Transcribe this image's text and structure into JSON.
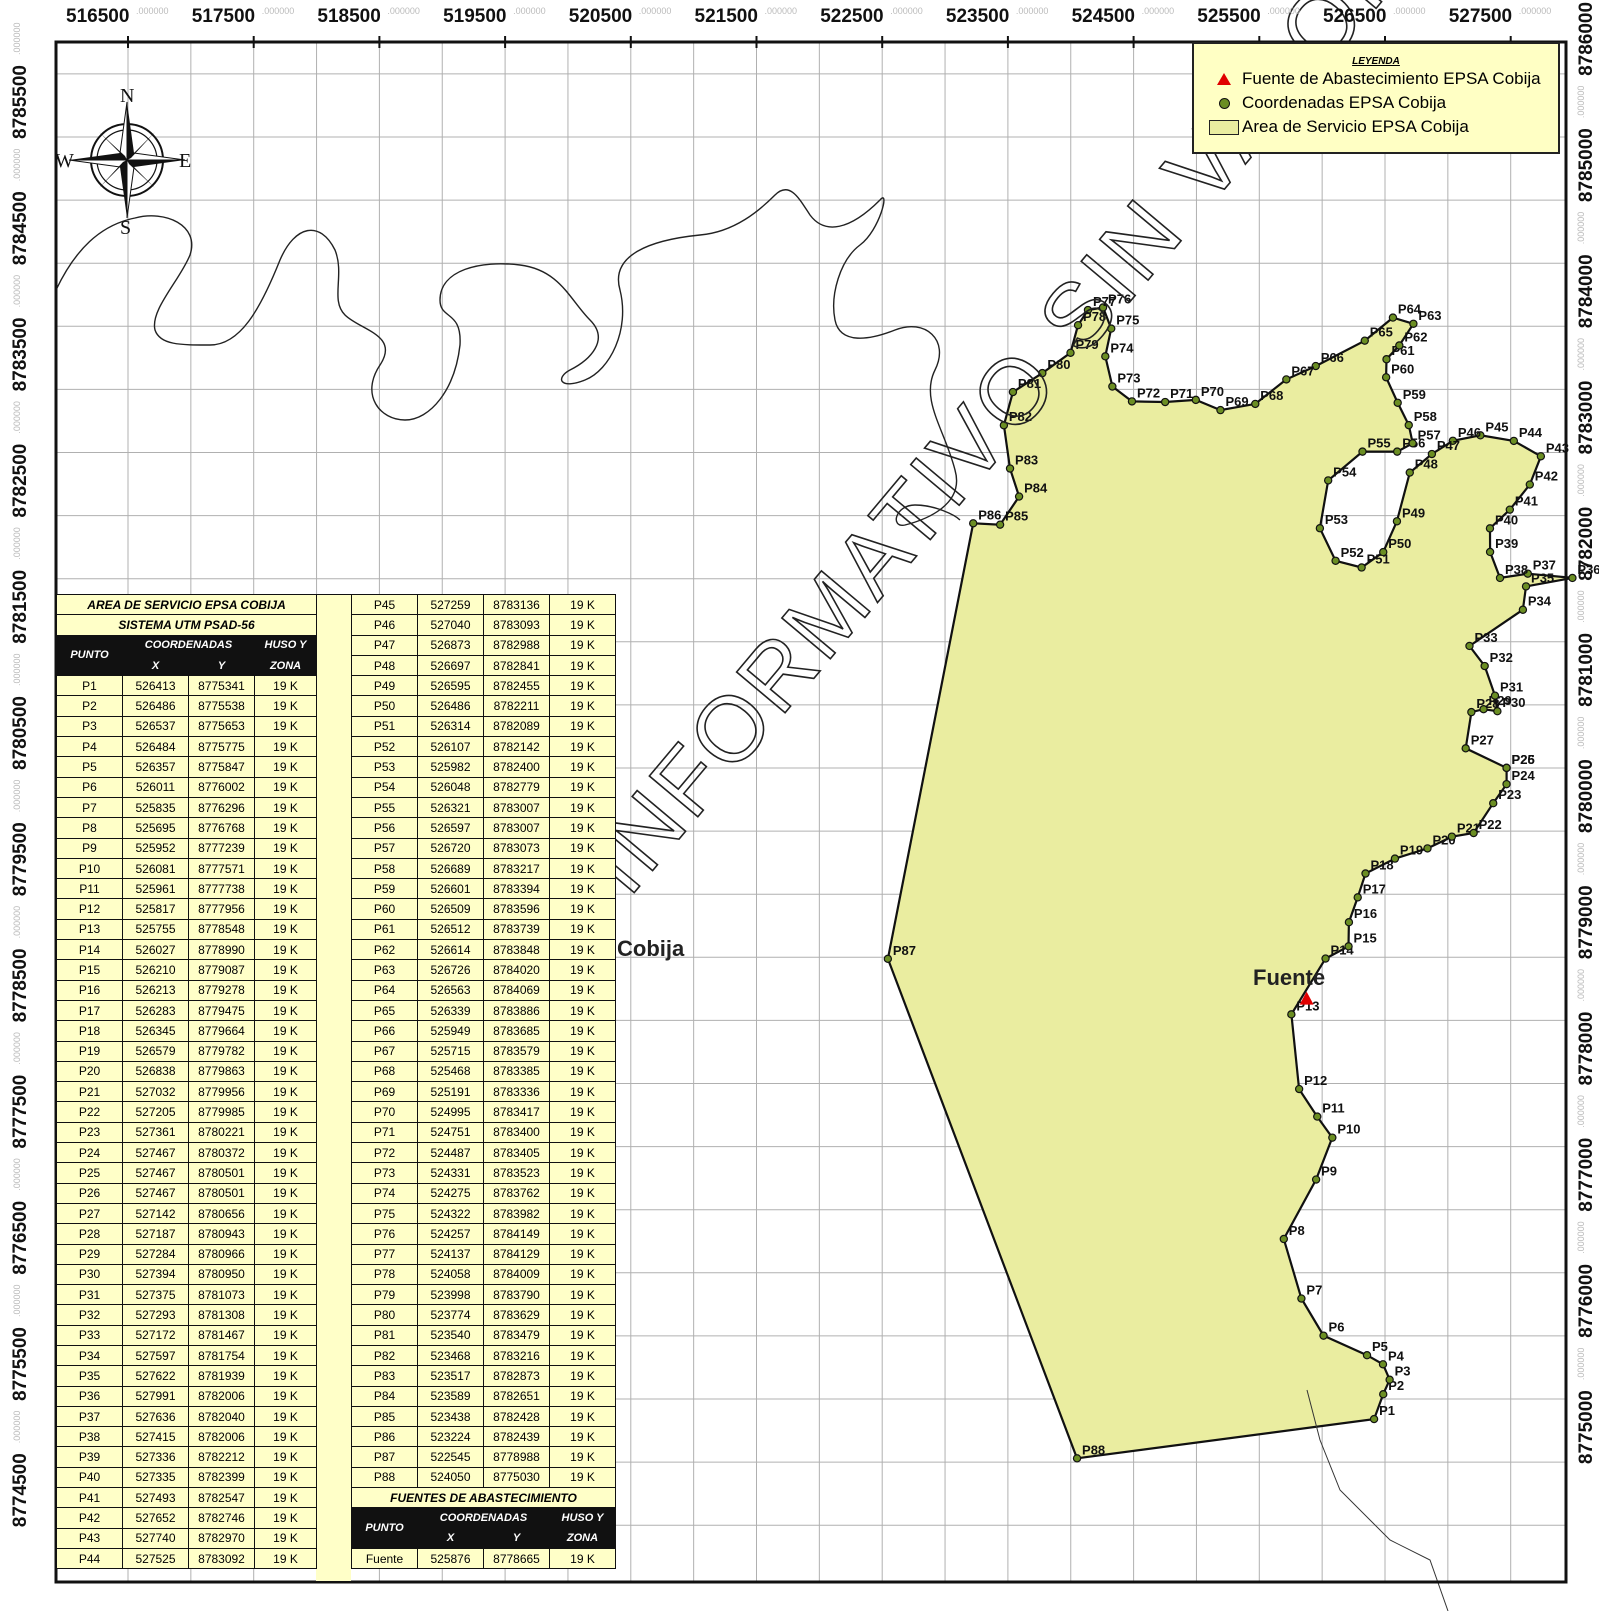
{
  "x_ticks": [
    {
      "label": "516500",
      "minor": ".000000"
    },
    {
      "label": "517500",
      "minor": ".000000"
    },
    {
      "label": "518500",
      "minor": ".000000"
    },
    {
      "label": "519500",
      "minor": ".000000"
    },
    {
      "label": "520500",
      "minor": ".000000"
    },
    {
      "label": "521500",
      "minor": ".000000"
    },
    {
      "label": "522500",
      "minor": ".000000"
    },
    {
      "label": "523500",
      "minor": ".000000"
    },
    {
      "label": "524500",
      "minor": ".000000"
    },
    {
      "label": "525500",
      "minor": ".000000"
    },
    {
      "label": "526500",
      "minor": ".000000"
    },
    {
      "label": "527500",
      "minor": ".000000"
    }
  ],
  "y_ticks_left": [
    {
      "label": "8785500",
      "minor": ".000000"
    },
    {
      "label": "8784500",
      "minor": ".000000"
    },
    {
      "label": "8783500",
      "minor": ".000000"
    },
    {
      "label": "8782500",
      "minor": ".000000"
    },
    {
      "label": "8781500",
      "minor": ".000000"
    },
    {
      "label": "8780500",
      "minor": ".000000"
    },
    {
      "label": "8779500",
      "minor": ".000000"
    },
    {
      "label": "8778500",
      "minor": ".000000"
    },
    {
      "label": "8777500",
      "minor": ".000000"
    },
    {
      "label": "8776500",
      "minor": ".000000"
    },
    {
      "label": "8775500",
      "minor": ".000000"
    },
    {
      "label": "8774500",
      "minor": ".000000"
    }
  ],
  "y_ticks_right": [
    {
      "label": "8786000",
      "minor": ".000000"
    },
    {
      "label": "8785000",
      "minor": ".000000"
    },
    {
      "label": "8784000",
      "minor": ".000000"
    },
    {
      "label": "8783000",
      "minor": ".000000"
    },
    {
      "label": "8782000",
      "minor": ".000000"
    },
    {
      "label": "8781000",
      "minor": ".000000"
    },
    {
      "label": "8780000",
      "minor": ".000000"
    },
    {
      "label": "8779000",
      "minor": ".000000"
    },
    {
      "label": "8778000",
      "minor": ".000000"
    },
    {
      "label": "8777000",
      "minor": ".000000"
    },
    {
      "label": "8776000",
      "minor": ".000000"
    },
    {
      "label": "8775000",
      "minor": ".000000"
    }
  ],
  "legend": {
    "title": "LEYENDA",
    "items": [
      {
        "label": "Fuente de Abastecimiento EPSA Cobija",
        "symbol": "red-triangle",
        "color": "#e00000"
      },
      {
        "label": "Coordenadas EPSA Cobija",
        "symbol": "green-dot",
        "color": "#6b8e23"
      },
      {
        "label": "Area de Servicio EPSA Cobija",
        "symbol": "yellow-area",
        "color": "#eaeda0"
      }
    ]
  },
  "compass": {
    "n": "N",
    "s": "S",
    "e": "E",
    "w": "W"
  },
  "place_labels": {
    "city": "Cobija",
    "source": "Fuente"
  },
  "watermark": "DOCUMENTO INFORMATIVO SIN VALOR",
  "colors": {
    "area_fill": "#eaeda0",
    "point": "#6b8e23",
    "source": "#e00000",
    "table_bg": "#ffffc8"
  },
  "table": {
    "title": "AREA DE SERVICIO EPSA COBIJA",
    "subtitle": "SISTEMA UTM PSAD-56",
    "col_point": "PUNTO",
    "col_coords": "COORDENADAS",
    "col_x": "X",
    "col_y": "Y",
    "col_zone_top": "HUSO Y",
    "col_zone_bottom": "ZONA",
    "sources_title": "FUENTES DE ABASTECIMIENTO",
    "rows": [
      [
        "P1",
        "526413",
        "8775341",
        "19 K"
      ],
      [
        "P2",
        "526486",
        "8775538",
        "19 K"
      ],
      [
        "P3",
        "526537",
        "8775653",
        "19 K"
      ],
      [
        "P4",
        "526484",
        "8775775",
        "19 K"
      ],
      [
        "P5",
        "526357",
        "8775847",
        "19 K"
      ],
      [
        "P6",
        "526011",
        "8776002",
        "19 K"
      ],
      [
        "P7",
        "525835",
        "8776296",
        "19 K"
      ],
      [
        "P8",
        "525695",
        "8776768",
        "19 K"
      ],
      [
        "P9",
        "525952",
        "8777239",
        "19 K"
      ],
      [
        "P10",
        "526081",
        "8777571",
        "19 K"
      ],
      [
        "P11",
        "525961",
        "8777738",
        "19 K"
      ],
      [
        "P12",
        "525817",
        "8777956",
        "19 K"
      ],
      [
        "P13",
        "525755",
        "8778548",
        "19 K"
      ],
      [
        "P14",
        "526027",
        "8778990",
        "19 K"
      ],
      [
        "P15",
        "526210",
        "8779087",
        "19 K"
      ],
      [
        "P16",
        "526213",
        "8779278",
        "19 K"
      ],
      [
        "P17",
        "526283",
        "8779475",
        "19 K"
      ],
      [
        "P18",
        "526345",
        "8779664",
        "19 K"
      ],
      [
        "P19",
        "526579",
        "8779782",
        "19 K"
      ],
      [
        "P20",
        "526838",
        "8779863",
        "19 K"
      ],
      [
        "P21",
        "527032",
        "8779956",
        "19 K"
      ],
      [
        "P22",
        "527205",
        "8779985",
        "19 K"
      ],
      [
        "P23",
        "527361",
        "8780221",
        "19 K"
      ],
      [
        "P24",
        "527467",
        "8780372",
        "19 K"
      ],
      [
        "P25",
        "527467",
        "8780501",
        "19 K"
      ],
      [
        "P26",
        "527467",
        "8780501",
        "19 K"
      ],
      [
        "P27",
        "527142",
        "8780656",
        "19 K"
      ],
      [
        "P28",
        "527187",
        "8780943",
        "19 K"
      ],
      [
        "P29",
        "527284",
        "8780966",
        "19 K"
      ],
      [
        "P30",
        "527394",
        "8780950",
        "19 K"
      ],
      [
        "P31",
        "527375",
        "8781073",
        "19 K"
      ],
      [
        "P32",
        "527293",
        "8781308",
        "19 K"
      ],
      [
        "P33",
        "527172",
        "8781467",
        "19 K"
      ],
      [
        "P34",
        "527597",
        "8781754",
        "19 K"
      ],
      [
        "P35",
        "527622",
        "8781939",
        "19 K"
      ],
      [
        "P36",
        "527991",
        "8782006",
        "19 K"
      ],
      [
        "P37",
        "527636",
        "8782040",
        "19 K"
      ],
      [
        "P38",
        "527415",
        "8782006",
        "19 K"
      ],
      [
        "P39",
        "527336",
        "8782212",
        "19 K"
      ],
      [
        "P40",
        "527335",
        "8782399",
        "19 K"
      ],
      [
        "P41",
        "527493",
        "8782547",
        "19 K"
      ],
      [
        "P42",
        "527652",
        "8782746",
        "19 K"
      ],
      [
        "P43",
        "527740",
        "8782970",
        "19 K"
      ],
      [
        "P44",
        "527525",
        "8783092",
        "19 K"
      ],
      [
        "P45",
        "527259",
        "8783136",
        "19 K"
      ],
      [
        "P46",
        "527040",
        "8783093",
        "19 K"
      ],
      [
        "P47",
        "526873",
        "8782988",
        "19 K"
      ],
      [
        "P48",
        "526697",
        "8782841",
        "19 K"
      ],
      [
        "P49",
        "526595",
        "8782455",
        "19 K"
      ],
      [
        "P50",
        "526486",
        "8782211",
        "19 K"
      ],
      [
        "P51",
        "526314",
        "8782089",
        "19 K"
      ],
      [
        "P52",
        "526107",
        "8782142",
        "19 K"
      ],
      [
        "P53",
        "525982",
        "8782400",
        "19 K"
      ],
      [
        "P54",
        "526048",
        "8782779",
        "19 K"
      ],
      [
        "P55",
        "526321",
        "8783007",
        "19 K"
      ],
      [
        "P56",
        "526597",
        "8783007",
        "19 K"
      ],
      [
        "P57",
        "526720",
        "8783073",
        "19 K"
      ],
      [
        "P58",
        "526689",
        "8783217",
        "19 K"
      ],
      [
        "P59",
        "526601",
        "8783394",
        "19 K"
      ],
      [
        "P60",
        "526509",
        "8783596",
        "19 K"
      ],
      [
        "P61",
        "526512",
        "8783739",
        "19 K"
      ],
      [
        "P62",
        "526614",
        "8783848",
        "19 K"
      ],
      [
        "P63",
        "526726",
        "8784020",
        "19 K"
      ],
      [
        "P64",
        "526563",
        "8784069",
        "19 K"
      ],
      [
        "P65",
        "526339",
        "8783886",
        "19 K"
      ],
      [
        "P66",
        "525949",
        "8783685",
        "19 K"
      ],
      [
        "P67",
        "525715",
        "8783579",
        "19 K"
      ],
      [
        "P68",
        "525468",
        "8783385",
        "19 K"
      ],
      [
        "P69",
        "525191",
        "8783336",
        "19 K"
      ],
      [
        "P70",
        "524995",
        "8783417",
        "19 K"
      ],
      [
        "P71",
        "524751",
        "8783400",
        "19 K"
      ],
      [
        "P72",
        "524487",
        "8783405",
        "19 K"
      ],
      [
        "P73",
        "524331",
        "8783523",
        "19 K"
      ],
      [
        "P74",
        "524275",
        "8783762",
        "19 K"
      ],
      [
        "P75",
        "524322",
        "8783982",
        "19 K"
      ],
      [
        "P76",
        "524257",
        "8784149",
        "19 K"
      ],
      [
        "P77",
        "524137",
        "8784129",
        "19 K"
      ],
      [
        "P78",
        "524058",
        "8784009",
        "19 K"
      ],
      [
        "P79",
        "523998",
        "8783790",
        "19 K"
      ],
      [
        "P80",
        "523774",
        "8783629",
        "19 K"
      ],
      [
        "P81",
        "523540",
        "8783479",
        "19 K"
      ],
      [
        "P82",
        "523468",
        "8783216",
        "19 K"
      ],
      [
        "P83",
        "523517",
        "8782873",
        "19 K"
      ],
      [
        "P84",
        "523589",
        "8782651",
        "19 K"
      ],
      [
        "P85",
        "523438",
        "8782428",
        "19 K"
      ],
      [
        "P86",
        "523224",
        "8782439",
        "19 K"
      ],
      [
        "P87",
        "522545",
        "8778988",
        "19 K"
      ],
      [
        "P88",
        "524050",
        "8775030",
        "19 K"
      ]
    ],
    "source_row": [
      "Fuente",
      "525876",
      "8778665",
      "19 K"
    ]
  }
}
